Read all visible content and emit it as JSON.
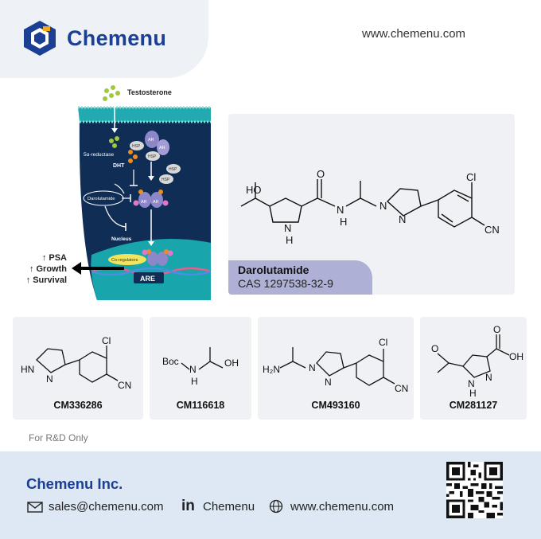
{
  "header": {
    "brand": "Chemenu",
    "url": "www.chemenu.com"
  },
  "pathway": {
    "testosterone": "Testosterone",
    "reductase": "5α-reductase",
    "dht": "DHT",
    "hsp": "HSP",
    "ar": "AR",
    "drug": "Darolutamide",
    "nucleus": "Nucleus",
    "coregulators": "Co-regulators",
    "are": "ARE",
    "p": "P",
    "outcomes": [
      "↑ PSA",
      "↑ Growth",
      "↑ Survival"
    ]
  },
  "main_compound": {
    "name": "Darolutamide",
    "cas": "CAS 1297538-32-9",
    "atoms": {
      "ho": "HO",
      "n": "N",
      "h": "H",
      "o": "O",
      "cl": "Cl",
      "cn": "CN"
    }
  },
  "compounds": [
    {
      "code": "CM336286",
      "atoms": {
        "hn": "HN",
        "n": "N",
        "cl": "Cl",
        "cn": "CN"
      }
    },
    {
      "code": "CM116618",
      "atoms": {
        "boc": "Boc",
        "n": "N",
        "h": "H",
        "oh": "OH"
      }
    },
    {
      "code": "CM493160",
      "atoms": {
        "h2n": "H₂N",
        "n": "N",
        "cl": "Cl",
        "cn": "CN"
      }
    },
    {
      "code": "CM281127",
      "atoms": {
        "o": "O",
        "oh": "OH",
        "n": "N",
        "h": "H"
      }
    }
  ],
  "disclaimer": "For R&D Only",
  "footer": {
    "company": "Chemenu Inc.",
    "email": "sales@chemenu.com",
    "linkedin": "Chemenu",
    "website": "www.chemenu.com"
  },
  "icons": {
    "logo": "chemenu-cube-logo",
    "email": "envelope-icon",
    "linkedin": "linkedin-icon",
    "website": "globe-icon",
    "qr": "qr-code"
  },
  "colors": {
    "brand_blue": "#1b3f93",
    "panel_gray": "#eff1f4",
    "name_tag": "#aeb0d5",
    "footer_bg": "#dde8f4",
    "cell_dark": "#0f2d55",
    "membrane_teal": "#22aab0"
  }
}
